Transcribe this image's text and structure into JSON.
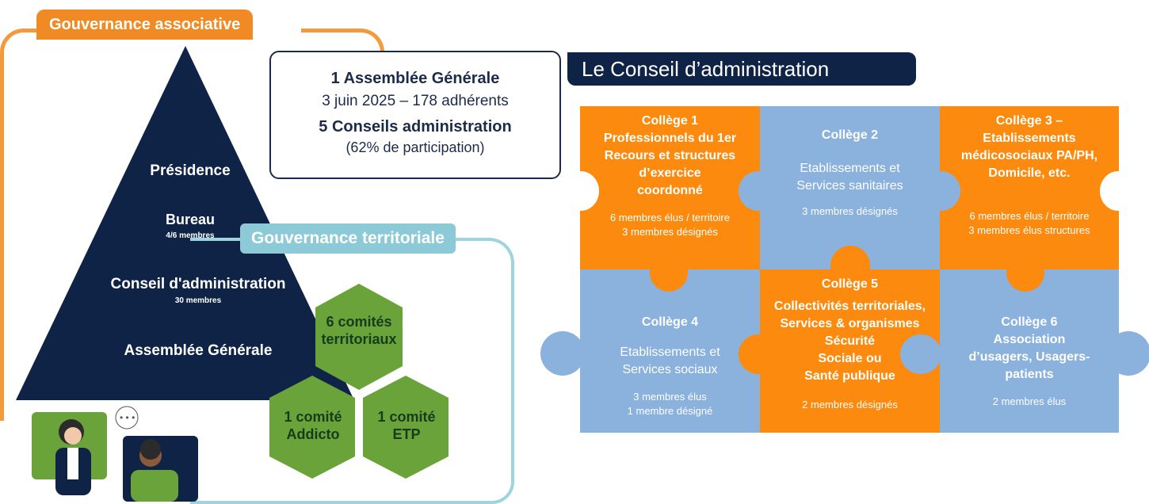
{
  "left": {
    "tag": "Gouvernance associative",
    "pyramid": {
      "level1": "Présidence",
      "level2": "Bureau",
      "level2_sub": "4/6 membres",
      "level3": "Conseil d'administration",
      "level3_sub": "30 membres",
      "level4": "Assemblée Générale"
    },
    "info": {
      "line1": "1 Assemblée Générale",
      "line2": "3 juin 2025 – 178 adhérents",
      "line3": "5 Conseils administration",
      "line4": "(62% de participation)"
    },
    "territorial": {
      "tag": "Gouvernance territoriale",
      "hex1_a": "6 comités",
      "hex1_b": "territoriaux",
      "hex2_a": "1 comité",
      "hex2_b": "Addicto",
      "hex3_a": "1 comité",
      "hex3_b": "ETP"
    }
  },
  "right": {
    "title": "Le Conseil d’administration",
    "colleges": [
      {
        "title": "Collège 1",
        "desc": [
          "Professionnels du 1er",
          "Recours et structures",
          "d’exercice",
          "coordonné"
        ],
        "members": [
          "6 membres élus / territoire",
          "3 membres désignés"
        ]
      },
      {
        "title": "Collège 2",
        "desc": [
          "Etablissements et",
          "Services sanitaires"
        ],
        "members": [
          "3 membres désignés"
        ]
      },
      {
        "title": "Collège 3 –",
        "desc": [
          "Etablissements",
          "médicosociaux PA/PH,",
          "Domicile, etc."
        ],
        "members": [
          "6 membres élus / territoire",
          "3 membres élus structures"
        ]
      },
      {
        "title": "Collège 4",
        "desc": [
          "Etablissements et",
          "Services sociaux"
        ],
        "members": [
          "3 membres élus",
          "1 membre désigné"
        ]
      },
      {
        "title": "Collège 5",
        "desc": [
          "Collectivités territoriales,",
          "Services & organismes",
          "Sécurité",
          "Sociale ou",
          "Santé publique"
        ],
        "members": [
          "2 membres désignés"
        ]
      },
      {
        "title": "Collège 6",
        "desc": [
          "Association",
          "d’usagers, Usagers-",
          "patients"
        ],
        "members": [
          "2 membres élus"
        ]
      }
    ]
  },
  "colors": {
    "orange": "#fb8a0e",
    "blue": "#8bb1dd",
    "navy": "#0f2346",
    "green": "#6aa33a"
  }
}
